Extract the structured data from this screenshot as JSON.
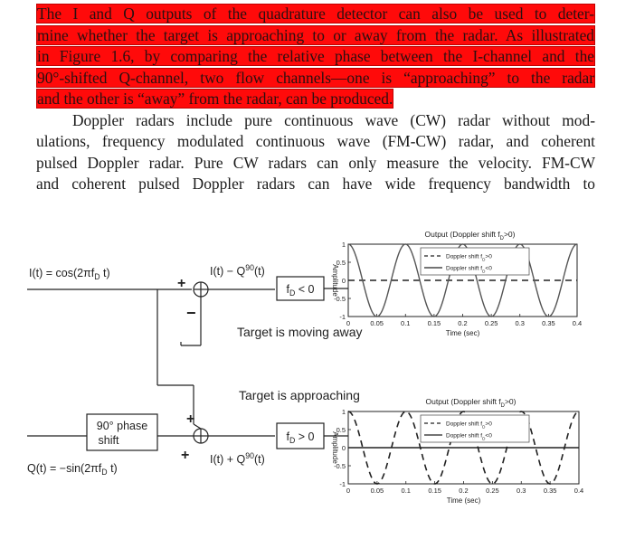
{
  "highlighted_paragraph": {
    "lines": [
      "The I and Q outputs of the quadrature detector can also be used to deter-",
      "mine whether the target is approaching to or away from the radar. As illustrated",
      "in Figure 1.6, by comparing the relative phase between the I-channel and the",
      "90°-shifted Q-channel, two flow channels—one is “approaching” to the radar",
      "and the other is “away” from the radar, can be produced."
    ]
  },
  "paragraph": {
    "lines": [
      "Doppler radars include pure continuous wave (CW) radar without mod-",
      "ulations, frequency modulated continuous wave (FM-CW) radar, and coherent",
      "pulsed Doppler radar. Pure CW radars can only measure the velocity. FM-CW",
      "and coherent pulsed Doppler radars can have wide frequency bandwidth to"
    ]
  },
  "diagram": {
    "i_signal": "I(t) = cos(2πf_D t)",
    "q_signal": "Q(t) = −sin(2πf_D t)",
    "phase_shift_box": [
      "90° phase",
      "shift"
    ],
    "top_sum": "I(t) − Q^90(t)",
    "bottom_sum": "I(t) + Q^90(t)",
    "top_filter": "f_D < 0",
    "bottom_filter": "f_D > 0",
    "plus": "+",
    "minus": "−",
    "away_label": "Target is moving away",
    "approach_label": "Target is approaching"
  },
  "chart_data": [
    {
      "type": "line",
      "title": "Output (Doppler shift f_D>0)",
      "xlabel": "Time (sec)",
      "ylabel": "Amplitude",
      "xlim": [
        0,
        0.4
      ],
      "ylim": [
        -1,
        1
      ],
      "x_ticks": [
        "0",
        "0.05",
        "0.1",
        "0.15",
        "0.2",
        "0.25",
        "0.3",
        "0.35",
        "0.4"
      ],
      "y_ticks": [
        "1",
        "0.5",
        "0",
        "-0.5",
        "-1"
      ],
      "legend": [
        "Doppler shift f_D>0",
        "Doppler shift f_D<0"
      ],
      "legend_position": "top-right",
      "series": [
        {
          "name": "Doppler shift f_D>0",
          "style": "dashed",
          "constant": 0
        },
        {
          "name": "Doppler shift f_D<0",
          "style": "solid",
          "amplitude": 1,
          "frequency_hz": 10,
          "phase": "cos"
        }
      ]
    },
    {
      "type": "line",
      "title": "Output (Doppler shift f_D>0)",
      "xlabel": "Time (sec)",
      "ylabel": "Amplitude",
      "xlim": [
        0,
        0.4
      ],
      "ylim": [
        -1,
        1
      ],
      "x_ticks": [
        "0",
        "0.05",
        "0.1",
        "0.15",
        "0.2",
        "0.25",
        "0.3",
        "0.35",
        "0.4"
      ],
      "y_ticks": [
        "1",
        "0.5",
        "0",
        "-0.5",
        "-1"
      ],
      "legend": [
        "Doppler shift f_D>0",
        "Doppler shift f_D<0"
      ],
      "legend_position": "top-right",
      "series": [
        {
          "name": "Doppler shift f_D>0",
          "style": "dashed",
          "amplitude": 1,
          "frequency_hz": 10,
          "phase": "cos"
        },
        {
          "name": "Doppler shift f_D<0",
          "style": "solid",
          "constant": 0
        }
      ]
    }
  ],
  "colors": {
    "highlight": "#ff0a0a"
  }
}
